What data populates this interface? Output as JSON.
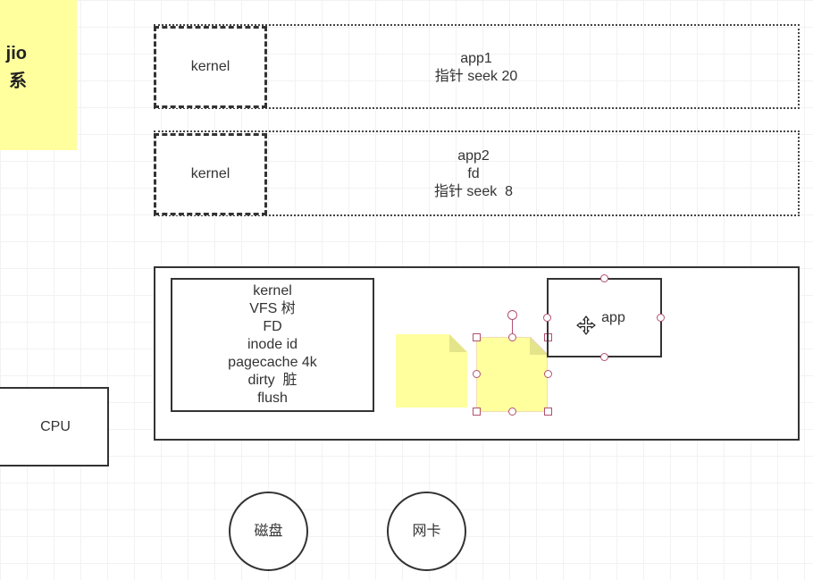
{
  "corner_note": {
    "line1": "jio",
    "line2": "系"
  },
  "app1_box": {
    "kernel_label": "kernel",
    "app_label": "app1",
    "pointer_label": "指针 seek 20"
  },
  "app2_box": {
    "kernel_label": "kernel",
    "app_label": "app2",
    "fd_label": "fd",
    "pointer_label": "指针 seek  8"
  },
  "kernel_panel": {
    "lines": [
      "kernel",
      "VFS 树",
      "FD",
      "inode id",
      "pagecache 4k",
      "dirty  脏",
      "flush"
    ]
  },
  "app_box": {
    "label": "app"
  },
  "cpu_box": {
    "label": "CPU"
  },
  "disk": {
    "label": "磁盘"
  },
  "nic": {
    "label": "网卡"
  },
  "colors": {
    "sticky": "#ffff9e",
    "selection": "#b05070",
    "stroke": "#333333"
  }
}
